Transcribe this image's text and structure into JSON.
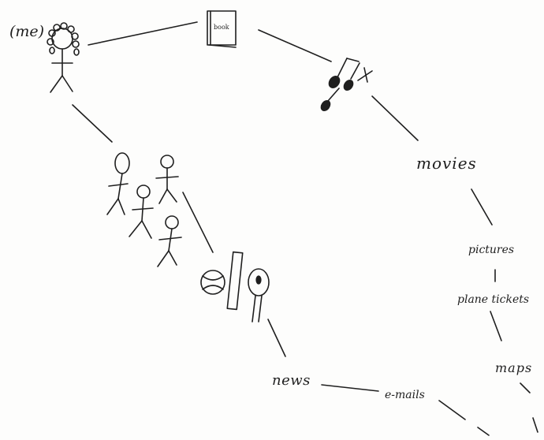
{
  "labels": {
    "me": "(me)",
    "book": "book",
    "movies": "movies",
    "pictures": "pictures",
    "plane_tickets": "plane tickets",
    "maps": "maps",
    "news": "news",
    "email": "e-mails"
  }
}
